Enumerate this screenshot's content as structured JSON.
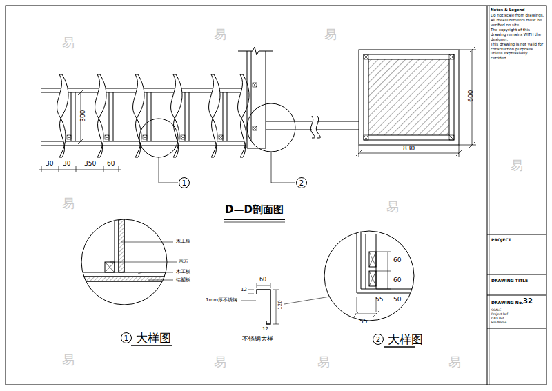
{
  "diagram": {
    "title": "D—D剖面图",
    "nodes": [
      {
        "text": [
          "1"
        ]
      },
      {
        "text": [
          "2"
        ]
      },
      {
        "text": [
          "1",
          "大样图"
        ]
      },
      {
        "text": [
          "2",
          "大样图"
        ]
      }
    ],
    "labels": [
      "300",
      "30",
      "30",
      "350",
      "60",
      "600",
      "830",
      "木工板",
      "木方",
      "木工板",
      "铝塑板",
      "60",
      "1mm厚不锈钢",
      "12",
      "120",
      "12",
      "不锈钢大样",
      "60",
      "60",
      "55",
      "50",
      "55",
      "Notes & Legend",
      "Do not scale from drawings.",
      "All measurements must be verified on site.",
      "The copyright of this drawing remains WITH the designer.",
      "This drawing is not valid for construction purposes unless expressively certified.",
      "PROJECT",
      "DRAWING TITLE",
      "DRAWING No.",
      "32",
      "SCALE",
      "Project Ref",
      "CAD Ref",
      "File Name",
      "易",
      "易",
      "易",
      "易",
      "易",
      "易",
      "易",
      "易",
      "易",
      "易"
    ]
  }
}
